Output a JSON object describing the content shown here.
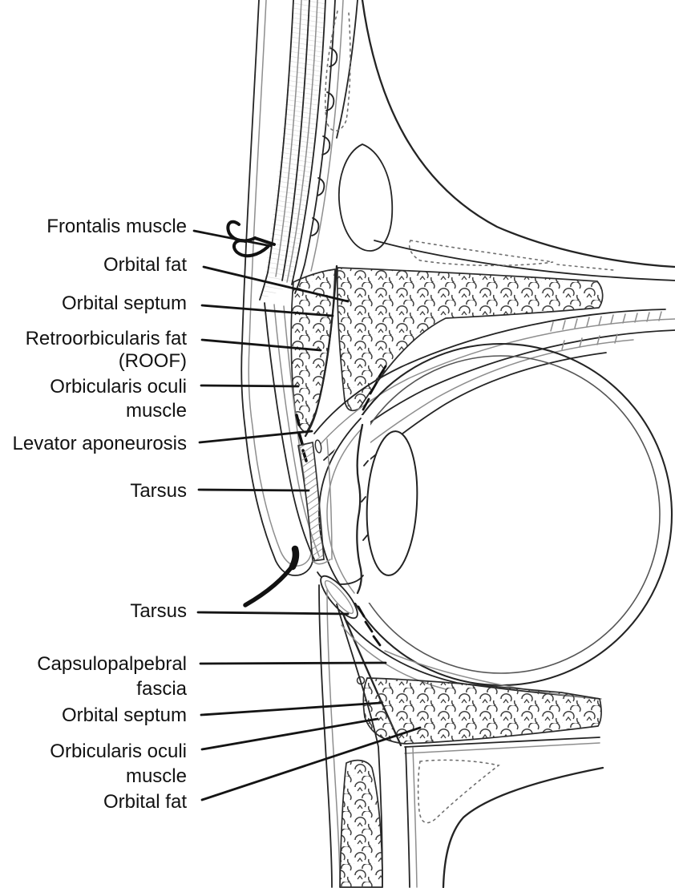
{
  "figure": {
    "kind": "black-and-white anatomical line drawing, sagittal cross-section of eyelids and anterior orbit"
  },
  "colors": {
    "background": "#ffffff",
    "ink": "#242424",
    "line_gray": "#8e8e8e",
    "label_text": "#121212"
  },
  "labels": [
    {
      "id": "frontalis-muscle",
      "lines": [
        "Frontalis muscle"
      ]
    },
    {
      "id": "orbital-fat-upper",
      "lines": [
        "Orbital fat"
      ]
    },
    {
      "id": "orbital-septum-upper",
      "lines": [
        "Orbital septum"
      ]
    },
    {
      "id": "retroorbicularis-fat",
      "lines": [
        "Retroorbicularis fat",
        "(ROOF)"
      ]
    },
    {
      "id": "orbicularis-oculi-upper",
      "lines": [
        "Orbicularis oculi",
        "muscle"
      ]
    },
    {
      "id": "levator-aponeurosis",
      "lines": [
        "Levator aponeurosis"
      ]
    },
    {
      "id": "tarsus-upper",
      "lines": [
        "Tarsus"
      ]
    },
    {
      "id": "tarsus-lower",
      "lines": [
        "Tarsus"
      ]
    },
    {
      "id": "capsulopalpebral-fascia",
      "lines": [
        "Capsulopalpebral",
        "fascia"
      ]
    },
    {
      "id": "orbital-septum-lower",
      "lines": [
        "Orbital septum"
      ]
    },
    {
      "id": "orbicularis-oculi-lower",
      "lines": [
        "Orbicularis oculi",
        "muscle"
      ]
    },
    {
      "id": "orbital-fat-lower",
      "lines": [
        "Orbital fat"
      ]
    }
  ]
}
